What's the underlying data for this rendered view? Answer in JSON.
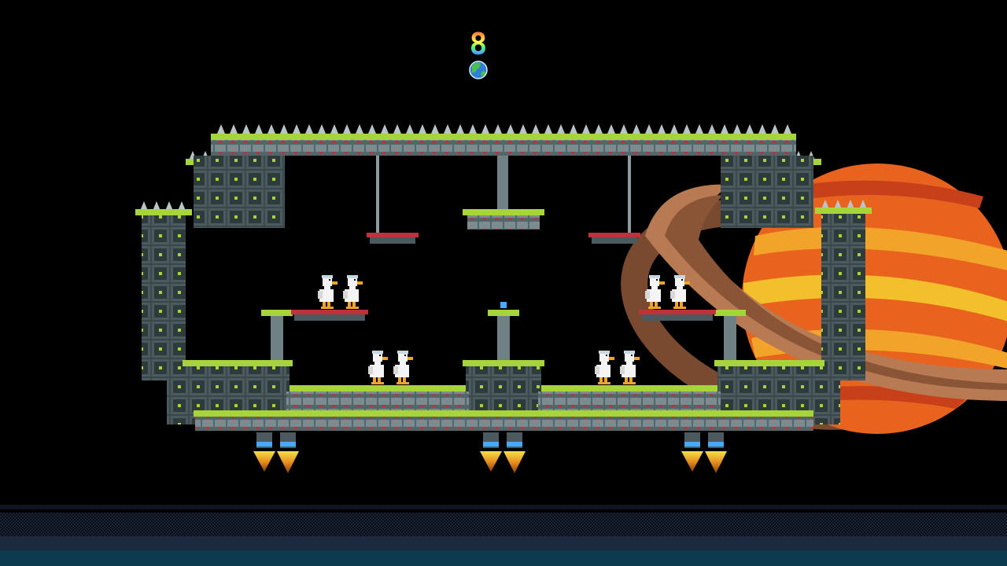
{
  "hud": {
    "round_counter": "8",
    "level_icon": "earth-globe-icon"
  },
  "scene": {
    "level_theme": "space-station",
    "duck_count": 8,
    "background_object": "ringed-planet"
  },
  "colors": {
    "background": "#000000",
    "metal_dark": "#2f3a3d",
    "metal_light": "#6f8184",
    "metal_mid": "#4a5a5e",
    "grass_green": "#a6d43a",
    "accent_red": "#c0323a",
    "planet_orange": "#e8641e",
    "planet_yellow": "#f2a42a",
    "planet_ring": "#b87a52",
    "floor_stripe": "#1c2a40"
  }
}
